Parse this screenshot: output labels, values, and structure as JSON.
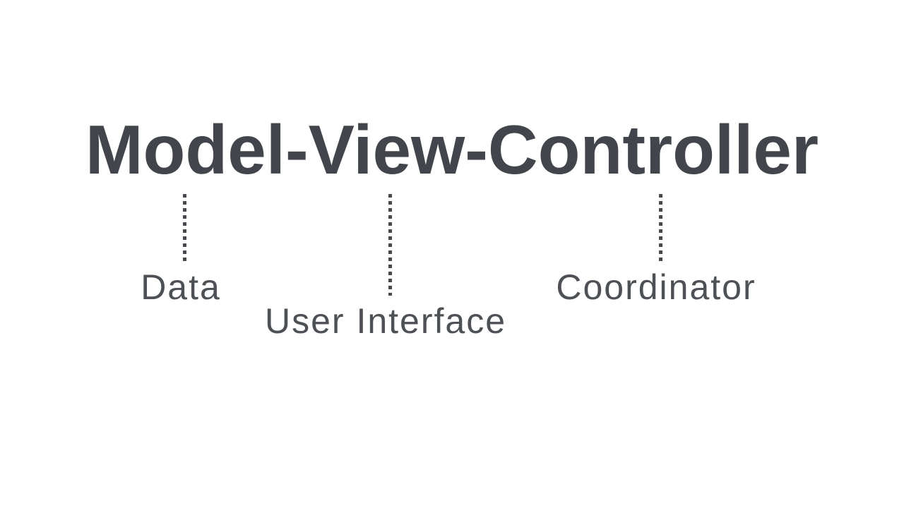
{
  "slide": {
    "title": "Model-View-Controller",
    "background": "#ffffff",
    "title_color": "#42454b",
    "label_color": "#4d5055",
    "connector_color": "#47494e",
    "annotations": [
      {
        "term": "Model",
        "label": "Data"
      },
      {
        "term": "View",
        "label": "User Interface"
      },
      {
        "term": "Controller",
        "label": "Coordinator"
      }
    ]
  }
}
